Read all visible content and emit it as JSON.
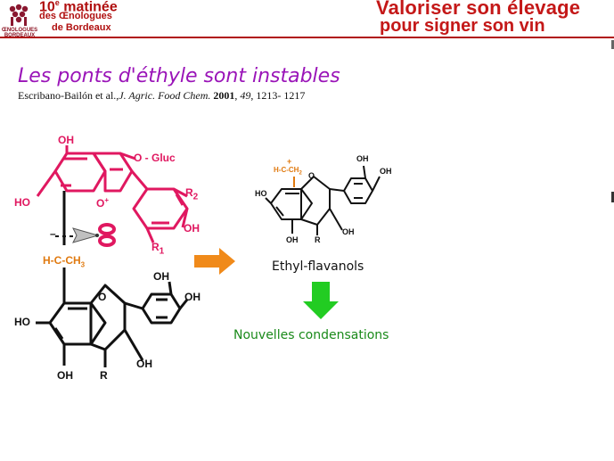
{
  "header": {
    "logo_icon": "oenologues-logo-icon",
    "logo_caption": "ŒNOLOGUES BORDEAUX",
    "matinee_line1": "10",
    "matinee_line1_sup": "e",
    "matinee_line1_rest": " matinée",
    "matinee_line2": "des Œnologues",
    "matinee_line3": "de Bordeaux",
    "title_line1": "Valoriser son élevage",
    "title_line2": "pour signer son vin",
    "accent_color": "#c41818"
  },
  "slide": {
    "title": "Les ponts d'éthyle sont instables",
    "reference": {
      "authors": "Escribano-Bailón et al.,",
      "journal": "J. Agric. Food Chem.",
      "year": "2001",
      "volume": "49",
      "pages": "1213- 1217"
    }
  },
  "molecule_left": {
    "anthocyanin_labels": {
      "oh_top": "OH",
      "o_gluc": "O - Gluc",
      "ho_left": "HO",
      "o_plus": "O",
      "plus": "+",
      "r2": "R",
      "r2_sub": "2",
      "oh_right": "OH",
      "r1": "R",
      "r1_sub": "1"
    },
    "bridge_label": "H-C-CH",
    "bridge_sub": "3",
    "bridge_minus": "–",
    "scissors_icon": "scissors-icon",
    "flavanol_labels": {
      "ho_left": "HO",
      "o_ring": "O",
      "oh_top1": "OH",
      "oh_top2": "OH",
      "oh_mid": "OH",
      "oh_bottom": "OH",
      "r": "R"
    }
  },
  "molecule_right": {
    "bridge_plus": "+",
    "bridge_label": "H-C-CH",
    "bridge_sub": "2",
    "labels": {
      "ho_left": "HO",
      "o_ring": "O",
      "oh_top1": "OH",
      "oh_top2": "OH",
      "oh_mid": "OH",
      "oh_bottom": "OH",
      "r": "R"
    },
    "caption": "Ethyl-flavanols"
  },
  "flow": {
    "arrow_right_icon": "orange-arrow-right-icon",
    "arrow_down_icon": "green-arrow-down-icon",
    "result": "Nouvelles condensations",
    "colors": {
      "anthocyanin": "#e01860",
      "bridge": "#e07a10",
      "result": "#1a8a1a",
      "title": "#9a14b8"
    }
  }
}
